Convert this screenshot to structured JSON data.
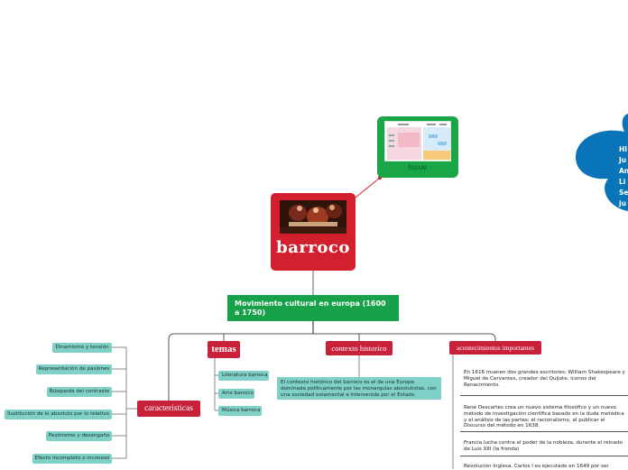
{
  "issue": {
    "label": "Issue"
  },
  "main": {
    "title": "barroco"
  },
  "movement": {
    "label": "Movimiento cultural en europa (1600 a 1750)"
  },
  "tags": {
    "temas": "temas",
    "contexto": "contexto historico",
    "acontecimientos": "acontecimientos importantes",
    "caracteristicas": "caracteristicas"
  },
  "caracteristicas_items": [
    "Dinamismo y tensión",
    "Representación de pasiones",
    "Búsqueda del contraste",
    "Sustitución de lo absoluto por lo relativo",
    "Pesimismo y desengaño",
    "Efecto incompleto o inconexo"
  ],
  "temas_items": [
    "Literatura barroca",
    "Arte barroco",
    "Música barroca"
  ],
  "contexto_text": "El contexto histórico del barroco es el de una Europa dominada políticamente por las monarquías absolutistas, con una sociedad estamental e intervenida por el Estado.",
  "acontecimientos_items": [
    "En 1616 mueren dos grandes escritores: William Shakespeare y\nMiguel de Cervantes, creador del Quijote, iconos del Renacimiento.",
    "René Descartes crea un nuevo sistema filosófico y un nuevo método de investigación científica basado en la duda metódica y el análisis de las partes: el racionalismo, al publicar el Discurso del método en 1638.",
    "Francia lucha contra el poder de la nobleza, durante el reinado de Luis XIII (la fronda)",
    "Revolución Inglesa. Carlos I es ejecutado en 1649 por ser"
  ],
  "cloud": {
    "lines": [
      "HI",
      "Ju",
      "An",
      "Li",
      "Se",
      "ju"
    ]
  },
  "colors": {
    "issue_green": "#1aa647",
    "main_red": "#d2202f",
    "movement_green": "#17a24a",
    "tag_red": "#c9213a",
    "teal": "#7fd1c7",
    "cloud_blue": "#0a74b8"
  }
}
